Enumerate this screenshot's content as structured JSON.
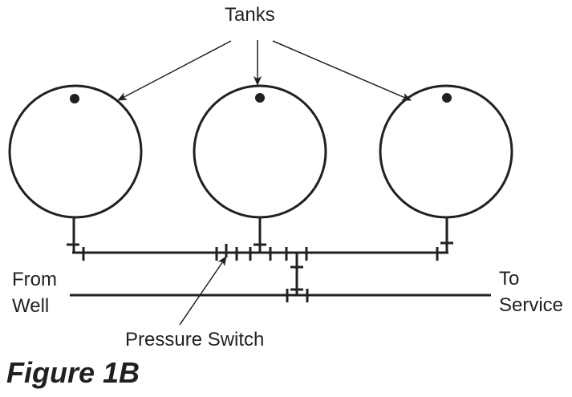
{
  "labels": {
    "tanks": "Tanks",
    "from_well_line1": "From",
    "from_well_line2": "Well",
    "to_service_line1": "To",
    "to_service_line2": "Service",
    "pressure_switch": "Pressure Switch"
  },
  "caption": "Figure 1B",
  "colors": {
    "ink": "#231f20",
    "background": "#ffffff"
  }
}
